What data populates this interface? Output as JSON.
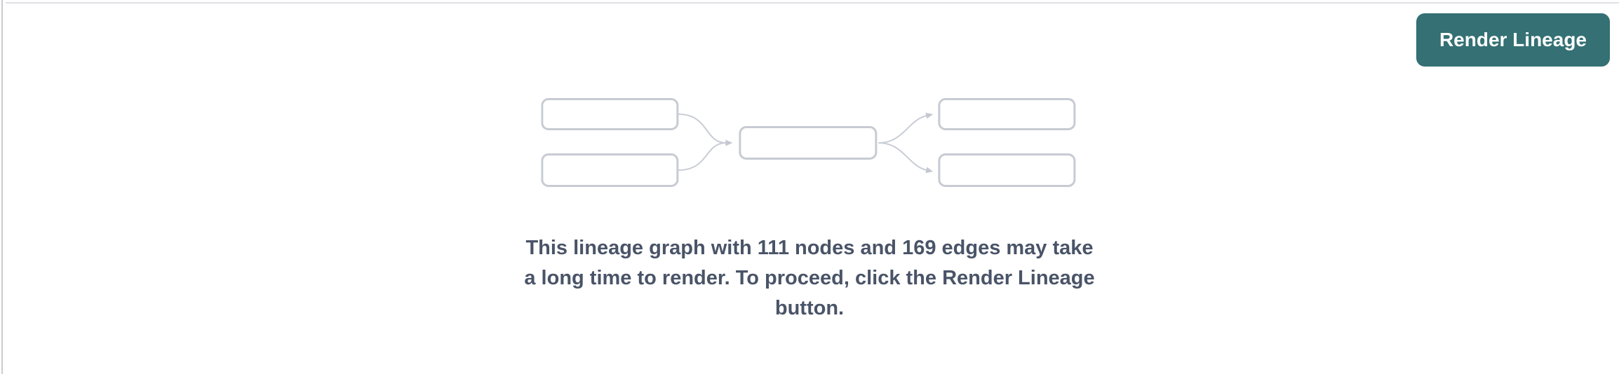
{
  "header": {
    "render_button_label": "Render Lineage"
  },
  "placeholder": {
    "graphic_name": "lineage-graph-preview",
    "message_full": "This lineage graph with 111 nodes and 169 edges may take a long time to render. To proceed, click the Render Lineage button.",
    "message_lines": [
      "This lineage graph with 111 nodes and 169 edges may take",
      "a long time to render. To proceed, click the Render Lineage",
      "button."
    ],
    "node_count": 111,
    "edge_count": 169
  },
  "colors": {
    "button_background": "#347074",
    "button_text": "#ffffff",
    "message_text": "#4a5468",
    "placeholder_node_border": "#c7cbd3",
    "placeholder_edge": "#c9cdd5",
    "panel_top_border": "#e1e1e5",
    "panel_left_border": "#cbcbcf",
    "background": "#ffffff"
  }
}
